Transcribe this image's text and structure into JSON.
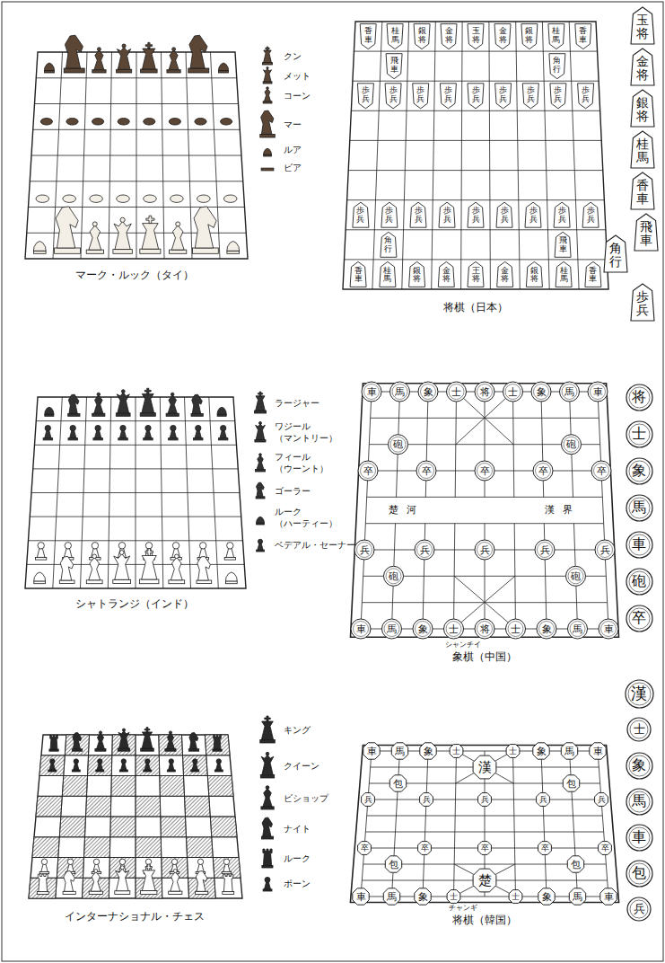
{
  "diagram": {
    "nodes": [
      {
        "text": [
          "玉将"
        ]
      },
      {
        "text": [
          "金将"
        ]
      },
      {
        "text": [
          "銀将"
        ]
      },
      {
        "text": [
          "桂馬"
        ]
      },
      {
        "text": [
          "香車"
        ]
      },
      {
        "text": [
          "角行"
        ]
      },
      {
        "text": [
          "飛車"
        ]
      },
      {
        "text": [
          "歩兵"
        ]
      },
      {
        "text": [
          "将"
        ]
      },
      {
        "text": [
          "士"
        ]
      },
      {
        "text": [
          "象"
        ]
      },
      {
        "text": [
          "馬"
        ]
      },
      {
        "text": [
          "車"
        ]
      },
      {
        "text": [
          "砲"
        ]
      },
      {
        "text": [
          "卒"
        ]
      },
      {
        "text": [
          "漢"
        ]
      },
      {
        "text": [
          "士"
        ]
      },
      {
        "text": [
          "象"
        ]
      },
      {
        "text": [
          "馬"
        ]
      },
      {
        "text": [
          "車"
        ]
      },
      {
        "text": [
          "包"
        ]
      },
      {
        "text": [
          "兵"
        ]
      }
    ],
    "labels": [
      "マーク・ルック（タイ）",
      "将棋（日本）",
      "シャトランジ（インド）",
      "シャンチイ",
      "象棋（中国）",
      "インターナショナル・チェス",
      "チャンギ",
      "将棋（韓国）",
      "楚河",
      "漢界",
      "香車",
      "桂馬",
      "銀将",
      "金将",
      "玉将",
      "金将",
      "銀将",
      "桂馬",
      "香車",
      "飛車",
      "角行",
      "歩兵",
      "歩兵",
      "歩兵",
      "歩兵",
      "歩兵",
      "歩兵",
      "歩兵",
      "歩兵",
      "歩兵",
      "歩兵",
      "歩兵",
      "歩兵",
      "歩兵",
      "歩兵",
      "歩兵",
      "歩兵",
      "歩兵",
      "歩兵",
      "角行",
      "飛車",
      "香車",
      "桂馬",
      "銀将",
      "金将",
      "王将",
      "金将",
      "銀将",
      "桂馬",
      "香車",
      "車",
      "馬",
      "象",
      "士",
      "将",
      "士",
      "象",
      "馬",
      "車",
      "砲",
      "砲",
      "卒",
      "卒",
      "卒",
      "卒",
      "卒",
      "兵",
      "兵",
      "兵",
      "兵",
      "兵",
      "砲",
      "砲",
      "車",
      "馬",
      "象",
      "士",
      "将",
      "士",
      "象",
      "馬",
      "車",
      "車",
      "馬",
      "象",
      "士",
      "士",
      "象",
      "馬",
      "車",
      "漢",
      "包",
      "包",
      "兵",
      "兵",
      "兵",
      "兵",
      "兵",
      "卒",
      "卒",
      "卒",
      "卒",
      "卒",
      "包",
      "包",
      "楚",
      "車",
      "馬",
      "象",
      "士",
      "士",
      "象",
      "馬",
      "車"
    ],
    "legend": [
      {
        "text": "クン"
      },
      {
        "text": "メット"
      },
      {
        "text": "コーン"
      },
      {
        "text": "マー"
      },
      {
        "text": "ルア"
      },
      {
        "text": "ビア"
      },
      {
        "text": "ラージャー"
      },
      {
        "text": "ワジール （マントリー）"
      },
      {
        "text": "フィール （ウーント）"
      },
      {
        "text": "ゴーラー"
      },
      {
        "text": "ルーク （ハーティー）"
      },
      {
        "text": "ベデアル・セーナー"
      },
      {
        "text": "キング"
      },
      {
        "text": "クイーン"
      },
      {
        "text": "ビショップ"
      },
      {
        "text": "ナイト"
      },
      {
        "text": "ルーク"
      },
      {
        "text": "ポーン"
      }
    ]
  }
}
